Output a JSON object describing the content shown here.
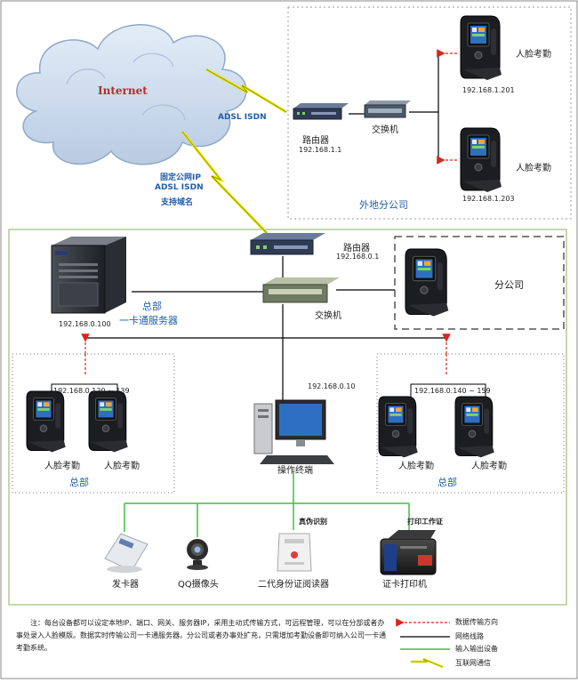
{
  "cloud": {
    "label": "Internet"
  },
  "links": {
    "adsl_isdn_top": "ADSL    ISDN",
    "static_ip": "固定公网IP",
    "adsl_isdn": "ADSL    ISDN",
    "domain_support": "支持域名"
  },
  "remote_branch": {
    "router_label": "路由器",
    "router_ip": "192.168.1.1",
    "switch_label": "交换机",
    "device1_label": "人脸考勤",
    "device1_ip": "192.168.1.201",
    "device2_label": "人脸考勤",
    "device2_ip": "192.168.1.203",
    "title": "外地分公司"
  },
  "headquarters": {
    "router_label": "路由器",
    "router_ip": "192.168.0.1",
    "switch_label": "交换机",
    "server_title_1": "总部",
    "server_title_2": "一卡通服务器",
    "server_ip": "192.168.0.100",
    "branch_label": "分公司",
    "terminal_ip": "192.168.0.10",
    "terminal_label": "操作终端",
    "left_group_range": "192.168.0.120 ~ 139",
    "left_device1": "人脸考勤",
    "left_device2": "人脸考勤",
    "left_group_title": "总部",
    "right_group_range": "192.168.0.140 ~ 159",
    "right_device1": "人脸考勤",
    "right_device2": "人脸考勤",
    "right_group_title": "总部"
  },
  "peripherals": {
    "card_issuer": "发卡器",
    "camera": "QQ摄像头",
    "id_reader": "二代身份证阅读器",
    "id_reader_note": "真伪识别",
    "card_printer": "证卡打印机",
    "card_printer_note": "打印工作证"
  },
  "footer": {
    "note": "注：每台设备都可以设定本地IP、端口、网关、服务器IP，采用主动式传输方式，可远程管理，可以在分部或者办事处录入人脸模版。数据实时传输公司一卡通服务器。分公司或者办事处扩充，只需增加考勤设备即可纳入公司一卡通考勤系统。",
    "legend": [
      {
        "label": "数据传输方向",
        "color": "#d9261c"
      },
      {
        "label": "网络线路",
        "color": "#000000"
      },
      {
        "label": "输入输出设备",
        "color": "#35c43a"
      },
      {
        "label": "互联网通信",
        "color": "#e8e600"
      }
    ]
  }
}
